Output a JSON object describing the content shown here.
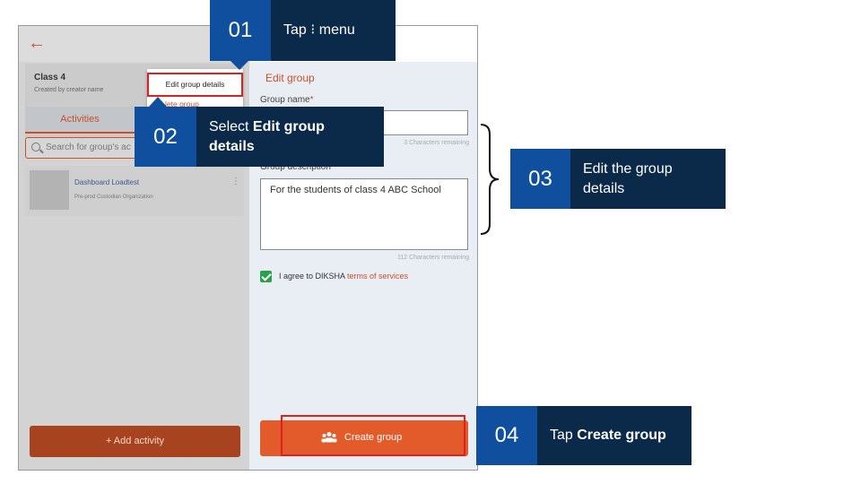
{
  "left_pane": {
    "back_icon": "arrow-left-icon",
    "class_title": "Class 4",
    "class_subtitle": "Created by creator name",
    "tab_activities": "Activities",
    "search_placeholder": "Search for group's ac",
    "activity": {
      "title": "Dashboard Loadtest",
      "org": "Pre-prod Custodian Organization"
    },
    "add_activity_label": "+ Add activity"
  },
  "popup_menu": {
    "edit_label": "Edit group details",
    "delete_label": "lete group"
  },
  "right_pane": {
    "title": "Edit group",
    "group_name_label": "Group name",
    "required_mark": "*",
    "name_remaining": "3 Characters remaining",
    "description_label": "Group description",
    "description_value": "For the students of class 4 ABC School",
    "description_remaining": "112 Characters remaining",
    "agree_text": "I agree to DIKSHA ",
    "agree_link": "terms of services",
    "agree_checked": true,
    "create_button_label": "Create group"
  },
  "callouts": [
    {
      "num": "01",
      "text_plain": "Tap ⁝ menu"
    },
    {
      "num": "02",
      "text_prefix": "Select ",
      "text_bold": "Edit group details"
    },
    {
      "num": "03",
      "text_plain": "Edit the group details"
    },
    {
      "num": "04",
      "text_prefix": "Tap ",
      "text_bold": "Create group"
    }
  ],
  "colors": {
    "accent_orange": "#e35b2a",
    "callout_num_blue": "#0f4f9e",
    "callout_text_navy": "#0b2a4a",
    "highlight_red": "#e01f1f",
    "check_green": "#2aa04a"
  }
}
